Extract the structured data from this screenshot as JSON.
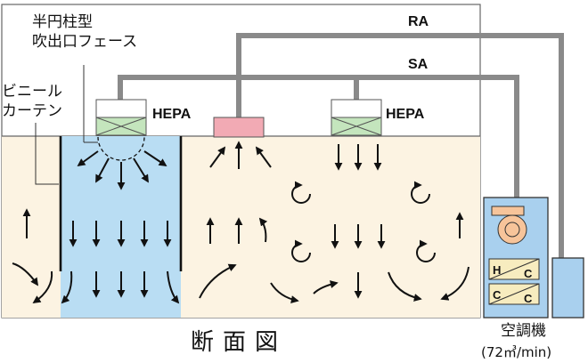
{
  "labels": {
    "duct_ra": "RA",
    "duct_sa": "SA",
    "hepa_left": "HEPA",
    "hepa_right": "HEPA",
    "face_label": "半円柱型\n吹出口フェース",
    "curtain_label": "ビニール\nカーテン",
    "section_title": "断面図",
    "ac_name": "空調機",
    "ac_capacity": "(72㎥/min)",
    "coil_h": "H",
    "coil_c1": "C",
    "coil_c2": "C",
    "coil_c3": "C"
  },
  "colors": {
    "room_fill": "#fcf3e2",
    "clean_zone": "#b9ddf3",
    "duct": "#8a8a8a",
    "ra_grille": "#f2aab4",
    "hepa_cross": "#c4e5bd",
    "ac_body": "#a9d0ee",
    "fan": "#f7c49a",
    "coil": "#f7ecbf"
  },
  "icons": [
    "arrow-down-icon",
    "arrow-up-icon",
    "swirl-icon",
    "fan-icon",
    "hepa-filter-icon"
  ]
}
